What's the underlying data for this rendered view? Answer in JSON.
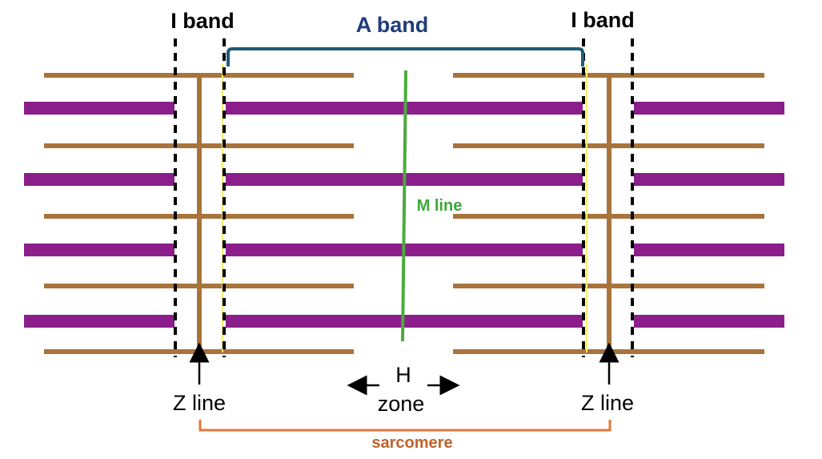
{
  "labels": {
    "i_band_left": "I band",
    "i_band_right": "I band",
    "a_band": "A band",
    "m_line": "M line",
    "h_zone_h": "H",
    "h_zone_zone": "zone",
    "z_line_left": "Z line",
    "z_line_right": "Z line",
    "sarcomere": "sarcomere"
  },
  "colors": {
    "thin_filament": "#a8743c",
    "thick_filament": "#8b1e8b",
    "m_line": "#4aab3c",
    "a_band_bracket": "#1f5a78",
    "a_band_text": "#1f3d78",
    "m_line_text": "#3aa83a",
    "sarcomere_bracket": "#e0783a",
    "sarcomere_text": "#c0622a",
    "boundary_dashed": "#000000",
    "yellow_line": "#f3ef6a",
    "text": "#000000"
  }
}
